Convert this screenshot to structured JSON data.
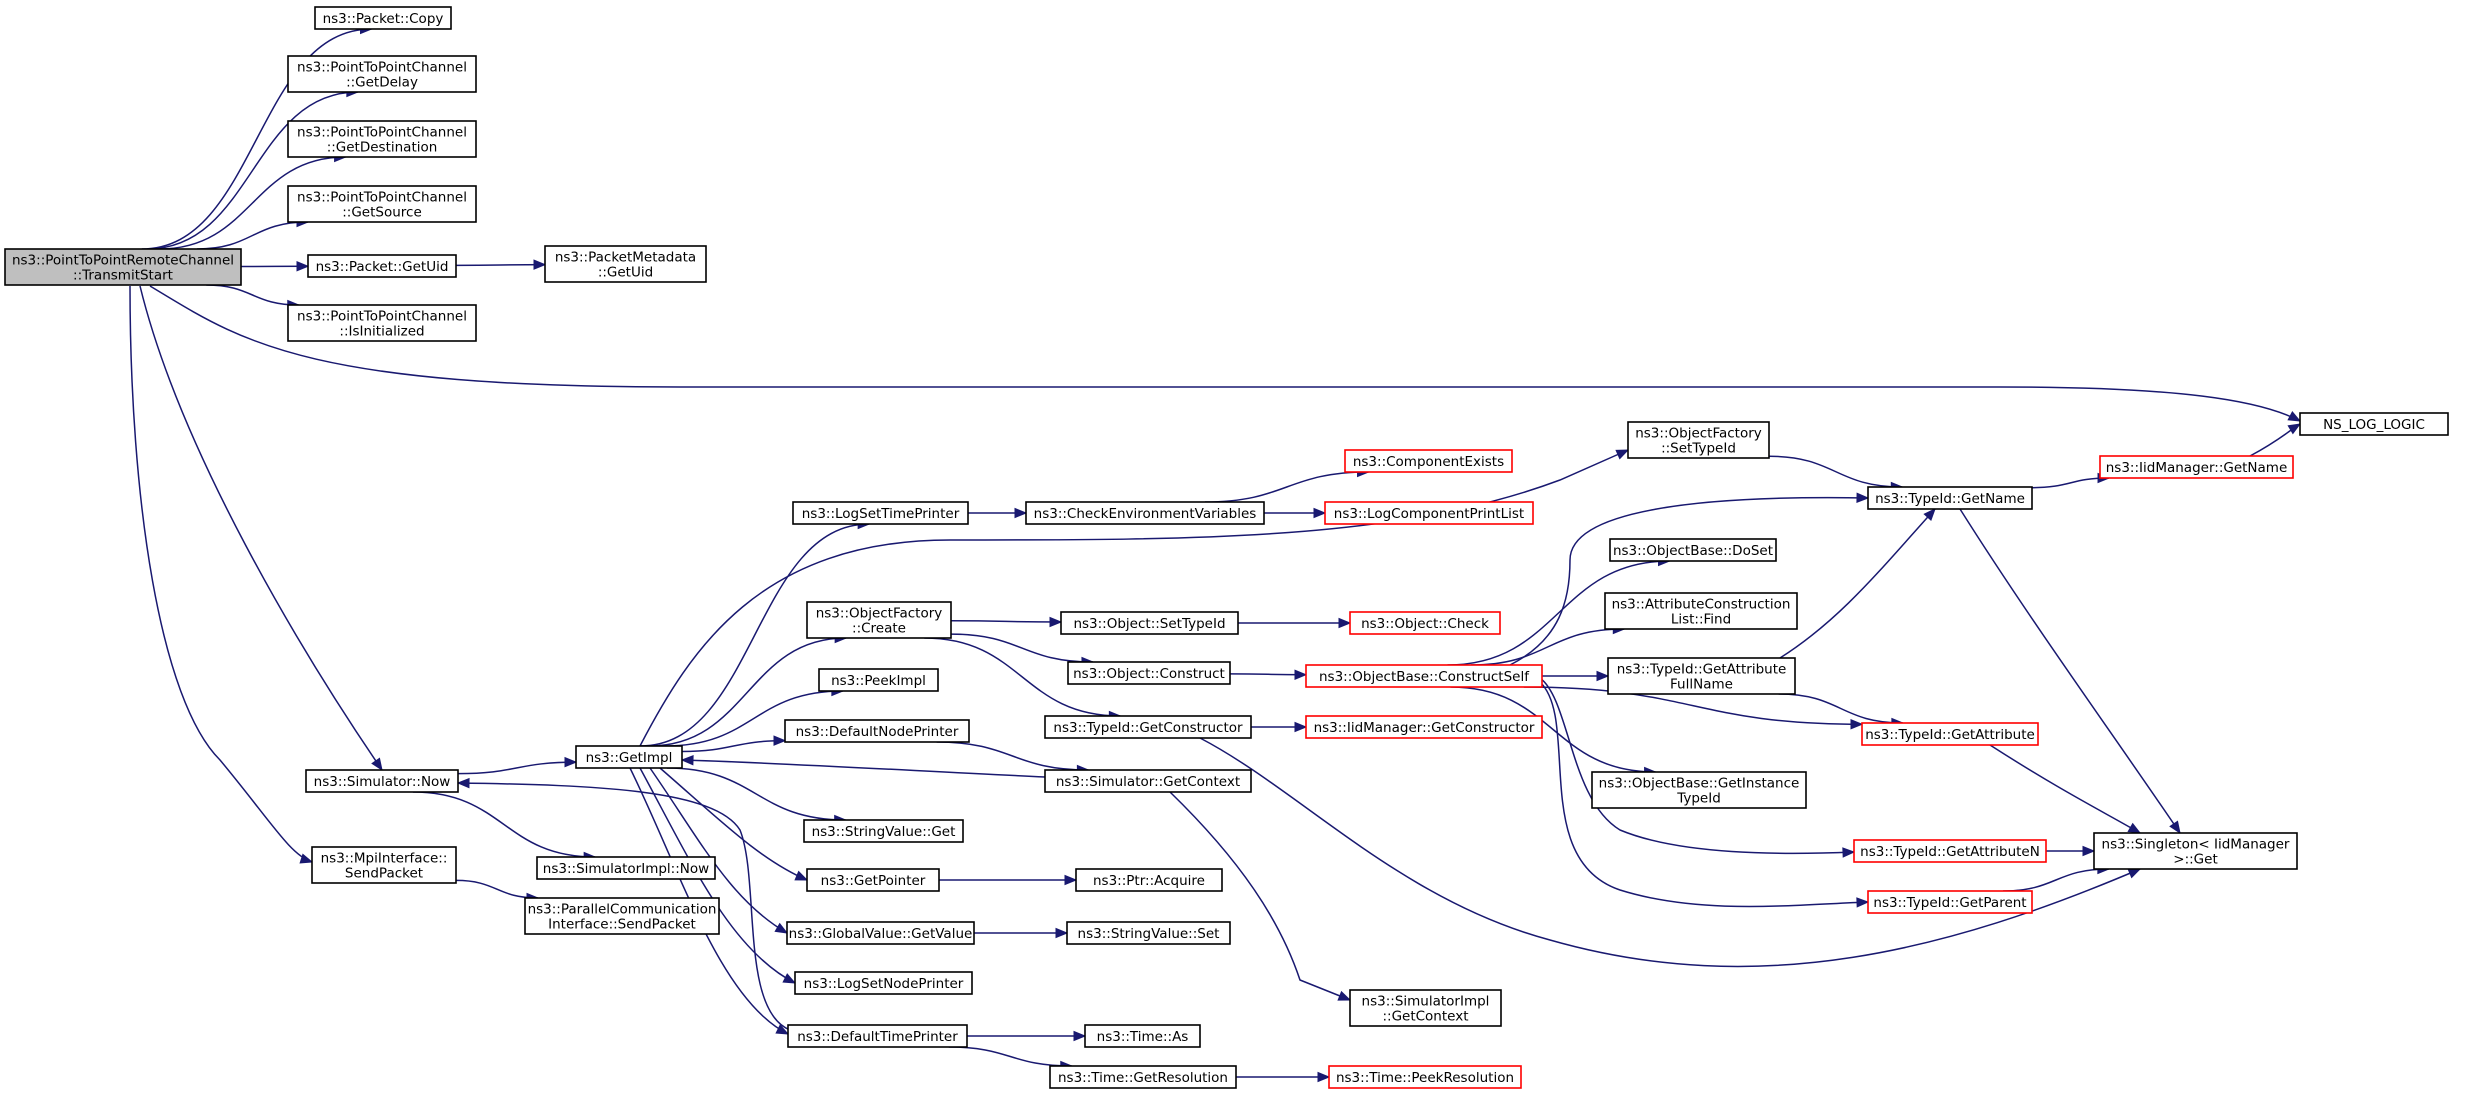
{
  "colors": {
    "edge": "#191970",
    "root_fill": "#bfbfbf",
    "truncated_border": "#ff0000",
    "border": "#000000",
    "fill": "#ffffff"
  },
  "nodes": [
    {
      "id": "root",
      "lines": [
        "ns3::PointToPointRemoteChannel",
        "::TransmitStart"
      ],
      "style": "root"
    },
    {
      "id": "pcopy",
      "lines": [
        "ns3::Packet::Copy"
      ],
      "style": "normal"
    },
    {
      "id": "getdelay",
      "lines": [
        "ns3::PointToPointChannel",
        "::GetDelay"
      ],
      "style": "normal"
    },
    {
      "id": "getdest",
      "lines": [
        "ns3::PointToPointChannel",
        "::GetDestination"
      ],
      "style": "normal"
    },
    {
      "id": "getsrc",
      "lines": [
        "ns3::PointToPointChannel",
        "::GetSource"
      ],
      "style": "normal"
    },
    {
      "id": "getuid",
      "lines": [
        "ns3::Packet::GetUid"
      ],
      "style": "normal"
    },
    {
      "id": "pmgetuid",
      "lines": [
        "ns3::PacketMetadata",
        "::GetUid"
      ],
      "style": "normal"
    },
    {
      "id": "isinit",
      "lines": [
        "ns3::PointToPointChannel",
        "::IsInitialized"
      ],
      "style": "normal"
    },
    {
      "id": "nslog",
      "lines": [
        "NS_LOG_LOGIC"
      ],
      "style": "normal"
    },
    {
      "id": "ofset",
      "lines": [
        "ns3::ObjectFactory",
        "::SetTypeId"
      ],
      "style": "normal"
    },
    {
      "id": "tgetname",
      "lines": [
        "ns3::TypeId::GetName"
      ],
      "style": "normal"
    },
    {
      "id": "iidgetname",
      "lines": [
        "ns3::IidManager::GetName"
      ],
      "style": "truncated"
    },
    {
      "id": "compex",
      "lines": [
        "ns3::ComponentExists"
      ],
      "style": "truncated"
    },
    {
      "id": "logset",
      "lines": [
        "ns3::LogSetTimePrinter"
      ],
      "style": "normal"
    },
    {
      "id": "checkenv",
      "lines": [
        "ns3::CheckEnvironmentVariables"
      ],
      "style": "normal"
    },
    {
      "id": "logcomp",
      "lines": [
        "ns3::LogComponentPrintList"
      ],
      "style": "truncated"
    },
    {
      "id": "doset",
      "lines": [
        "ns3::ObjectBase::DoSet"
      ],
      "style": "normal"
    },
    {
      "id": "attrfind",
      "lines": [
        "ns3::AttributeConstruction",
        "List::Find"
      ],
      "style": "normal"
    },
    {
      "id": "ofcreate",
      "lines": [
        "ns3::ObjectFactory",
        "::Create"
      ],
      "style": "normal"
    },
    {
      "id": "objsettype",
      "lines": [
        "ns3::Object::SetTypeId"
      ],
      "style": "normal"
    },
    {
      "id": "objcheck",
      "lines": [
        "ns3::Object::Check"
      ],
      "style": "truncated"
    },
    {
      "id": "peekimpl",
      "lines": [
        "ns3::PeekImpl"
      ],
      "style": "normal"
    },
    {
      "id": "objconstruct",
      "lines": [
        "ns3::Object::Construct"
      ],
      "style": "normal"
    },
    {
      "id": "cself",
      "lines": [
        "ns3::ObjectBase::ConstructSelf"
      ],
      "style": "truncated"
    },
    {
      "id": "getattrfull",
      "lines": [
        "ns3::TypeId::GetAttribute",
        "FullName"
      ],
      "style": "normal"
    },
    {
      "id": "getconstructor",
      "lines": [
        "ns3::TypeId::GetConstructor"
      ],
      "style": "normal"
    },
    {
      "id": "iidgetcons",
      "lines": [
        "ns3::IidManager::GetConstructor"
      ],
      "style": "truncated"
    },
    {
      "id": "defnode",
      "lines": [
        "ns3::DefaultNodePrinter"
      ],
      "style": "normal"
    },
    {
      "id": "tgetattr",
      "lines": [
        "ns3::TypeId::GetAttribute"
      ],
      "style": "truncated"
    },
    {
      "id": "getimpl",
      "lines": [
        "ns3::GetImpl"
      ],
      "style": "normal"
    },
    {
      "id": "simnow",
      "lines": [
        "ns3::Simulator::Now"
      ],
      "style": "normal"
    },
    {
      "id": "simctx",
      "lines": [
        "ns3::Simulator::GetContext"
      ],
      "style": "normal"
    },
    {
      "id": "getinst",
      "lines": [
        "ns3::ObjectBase::GetInstance",
        "TypeId"
      ],
      "style": "normal"
    },
    {
      "id": "strget",
      "lines": [
        "ns3::StringValue::Get"
      ],
      "style": "normal"
    },
    {
      "id": "singleton",
      "lines": [
        "ns3::Singleton< IidManager",
        "  >::Get"
      ],
      "style": "normal"
    },
    {
      "id": "getattrn",
      "lines": [
        "ns3::TypeId::GetAttributeN"
      ],
      "style": "truncated"
    },
    {
      "id": "mpisend",
      "lines": [
        "ns3::MpiInterface::",
        "SendPacket"
      ],
      "style": "normal"
    },
    {
      "id": "simimplnow",
      "lines": [
        "ns3::SimulatorImpl::Now"
      ],
      "style": "normal"
    },
    {
      "id": "getpointer",
      "lines": [
        "ns3::GetPointer"
      ],
      "style": "normal"
    },
    {
      "id": "ptracquire",
      "lines": [
        "ns3::Ptr::Acquire"
      ],
      "style": "normal"
    },
    {
      "id": "getparent",
      "lines": [
        "ns3::TypeId::GetParent"
      ],
      "style": "truncated"
    },
    {
      "id": "parcomm",
      "lines": [
        "ns3::ParallelCommunication",
        "Interface::SendPacket"
      ],
      "style": "normal"
    },
    {
      "id": "gvget",
      "lines": [
        "ns3::GlobalValue::GetValue"
      ],
      "style": "normal"
    },
    {
      "id": "strset",
      "lines": [
        "ns3::StringValue::Set"
      ],
      "style": "normal"
    },
    {
      "id": "logsetnode",
      "lines": [
        "ns3::LogSetNodePrinter"
      ],
      "style": "normal"
    },
    {
      "id": "simimplctx",
      "lines": [
        "ns3::SimulatorImpl",
        "::GetContext"
      ],
      "style": "normal"
    },
    {
      "id": "deftime",
      "lines": [
        "ns3::DefaultTimePrinter"
      ],
      "style": "normal"
    },
    {
      "id": "timeas",
      "lines": [
        "ns3::Time::As"
      ],
      "style": "normal"
    },
    {
      "id": "timeres",
      "lines": [
        "ns3::Time::GetResolution"
      ],
      "style": "normal"
    },
    {
      "id": "peekres",
      "lines": [
        "ns3::Time::PeekResolution"
      ],
      "style": "truncated"
    }
  ],
  "edges": [
    [
      "root",
      "pcopy"
    ],
    [
      "root",
      "getdelay"
    ],
    [
      "root",
      "getdest"
    ],
    [
      "root",
      "getsrc"
    ],
    [
      "root",
      "getuid"
    ],
    [
      "root",
      "isinit"
    ],
    [
      "root",
      "nslog"
    ],
    [
      "root",
      "simnow"
    ],
    [
      "root",
      "mpisend"
    ],
    [
      "getuid",
      "pmgetuid"
    ],
    [
      "simnow",
      "getimpl"
    ],
    [
      "simnow",
      "simimplnow"
    ],
    [
      "mpisend",
      "parcomm"
    ],
    [
      "getimpl",
      "logset"
    ],
    [
      "getimpl",
      "ofset"
    ],
    [
      "getimpl",
      "ofcreate"
    ],
    [
      "getimpl",
      "peekimpl"
    ],
    [
      "getimpl",
      "defnode"
    ],
    [
      "getimpl",
      "strget"
    ],
    [
      "getimpl",
      "getpointer"
    ],
    [
      "getimpl",
      "gvget"
    ],
    [
      "getimpl",
      "logsetnode"
    ],
    [
      "getimpl",
      "deftime"
    ],
    [
      "logset",
      "checkenv"
    ],
    [
      "checkenv",
      "compex"
    ],
    [
      "checkenv",
      "logcomp"
    ],
    [
      "ofset",
      "tgetname"
    ],
    [
      "tgetname",
      "iidgetname"
    ],
    [
      "iidgetname",
      "nslog"
    ],
    [
      "tgetname",
      "singleton"
    ],
    [
      "ofcreate",
      "objsettype"
    ],
    [
      "ofcreate",
      "objconstruct"
    ],
    [
      "ofcreate",
      "getconstructor"
    ],
    [
      "objsettype",
      "objcheck"
    ],
    [
      "objconstruct",
      "cself"
    ],
    [
      "getconstructor",
      "iidgetcons"
    ],
    [
      "getconstructor",
      "singleton"
    ],
    [
      "defnode",
      "simctx"
    ],
    [
      "simctx",
      "getimpl"
    ],
    [
      "simctx",
      "simimplctx"
    ],
    [
      "getpointer",
      "ptracquire"
    ],
    [
      "gvget",
      "strset"
    ],
    [
      "deftime",
      "simnow"
    ],
    [
      "deftime",
      "timeas"
    ],
    [
      "deftime",
      "timeres"
    ],
    [
      "timeres",
      "peekres"
    ],
    [
      "cself",
      "doset"
    ],
    [
      "cself",
      "attrfind"
    ],
    [
      "cself",
      "getattrfull"
    ],
    [
      "cself",
      "tgetattr"
    ],
    [
      "cself",
      "getinst"
    ],
    [
      "cself",
      "getattrn"
    ],
    [
      "cself",
      "getparent"
    ],
    [
      "cself",
      "tgetname"
    ],
    [
      "getattrfull",
      "tgetname"
    ],
    [
      "getattrfull",
      "tgetattr"
    ],
    [
      "tgetattr",
      "singleton"
    ],
    [
      "getattrn",
      "singleton"
    ],
    [
      "getparent",
      "singleton"
    ]
  ]
}
